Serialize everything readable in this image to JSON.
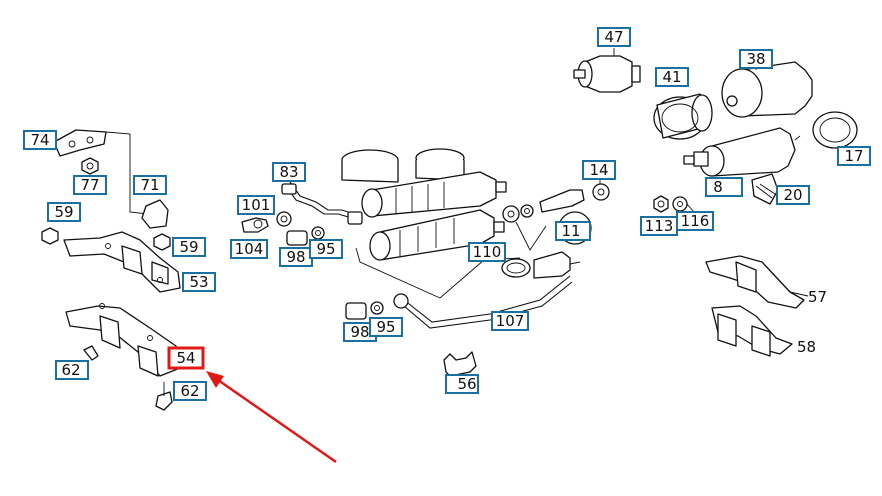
{
  "diagram": {
    "callouts": [
      {
        "id": "c47",
        "label": "47",
        "highlight": false
      },
      {
        "id": "c38",
        "label": "38",
        "highlight": false
      },
      {
        "id": "c41",
        "label": "41",
        "highlight": false
      },
      {
        "id": "c74",
        "label": "74",
        "highlight": false
      },
      {
        "id": "c77",
        "label": "77",
        "highlight": false
      },
      {
        "id": "c71",
        "label": "71",
        "highlight": false
      },
      {
        "id": "c83",
        "label": "83",
        "highlight": false
      },
      {
        "id": "c14",
        "label": "14",
        "highlight": false
      },
      {
        "id": "c17",
        "label": "17",
        "highlight": false
      },
      {
        "id": "c8",
        "label": "8",
        "highlight": false
      },
      {
        "id": "c20",
        "label": "20",
        "highlight": false
      },
      {
        "id": "c101",
        "label": "101",
        "highlight": false
      },
      {
        "id": "c59a",
        "label": "59",
        "highlight": false
      },
      {
        "id": "c11",
        "label": "11",
        "highlight": false
      },
      {
        "id": "c113",
        "label": "113",
        "highlight": false
      },
      {
        "id": "c116",
        "label": "116",
        "highlight": false
      },
      {
        "id": "c104",
        "label": "104",
        "highlight": false
      },
      {
        "id": "c59b",
        "label": "59",
        "highlight": false
      },
      {
        "id": "c98a",
        "label": "98",
        "highlight": false
      },
      {
        "id": "c95a",
        "label": "95",
        "highlight": false
      },
      {
        "id": "c110",
        "label": "110",
        "highlight": false
      },
      {
        "id": "c53",
        "label": "53",
        "highlight": false
      },
      {
        "id": "c107",
        "label": "107",
        "highlight": false
      },
      {
        "id": "c98b",
        "label": "98",
        "highlight": false
      },
      {
        "id": "c95b",
        "label": "95",
        "highlight": false
      },
      {
        "id": "c54",
        "label": "54",
        "highlight": true
      },
      {
        "id": "c62a",
        "label": "62",
        "highlight": false
      },
      {
        "id": "c56",
        "label": "56",
        "highlight": false
      },
      {
        "id": "c62b",
        "label": "62",
        "highlight": false
      }
    ],
    "free_labels": [
      {
        "id": "f57",
        "label": "57"
      },
      {
        "id": "f58",
        "label": "58"
      }
    ],
    "colors": {
      "callout_border": "#1a6fa3",
      "highlight": "#e01818",
      "lines": "#111111"
    }
  }
}
